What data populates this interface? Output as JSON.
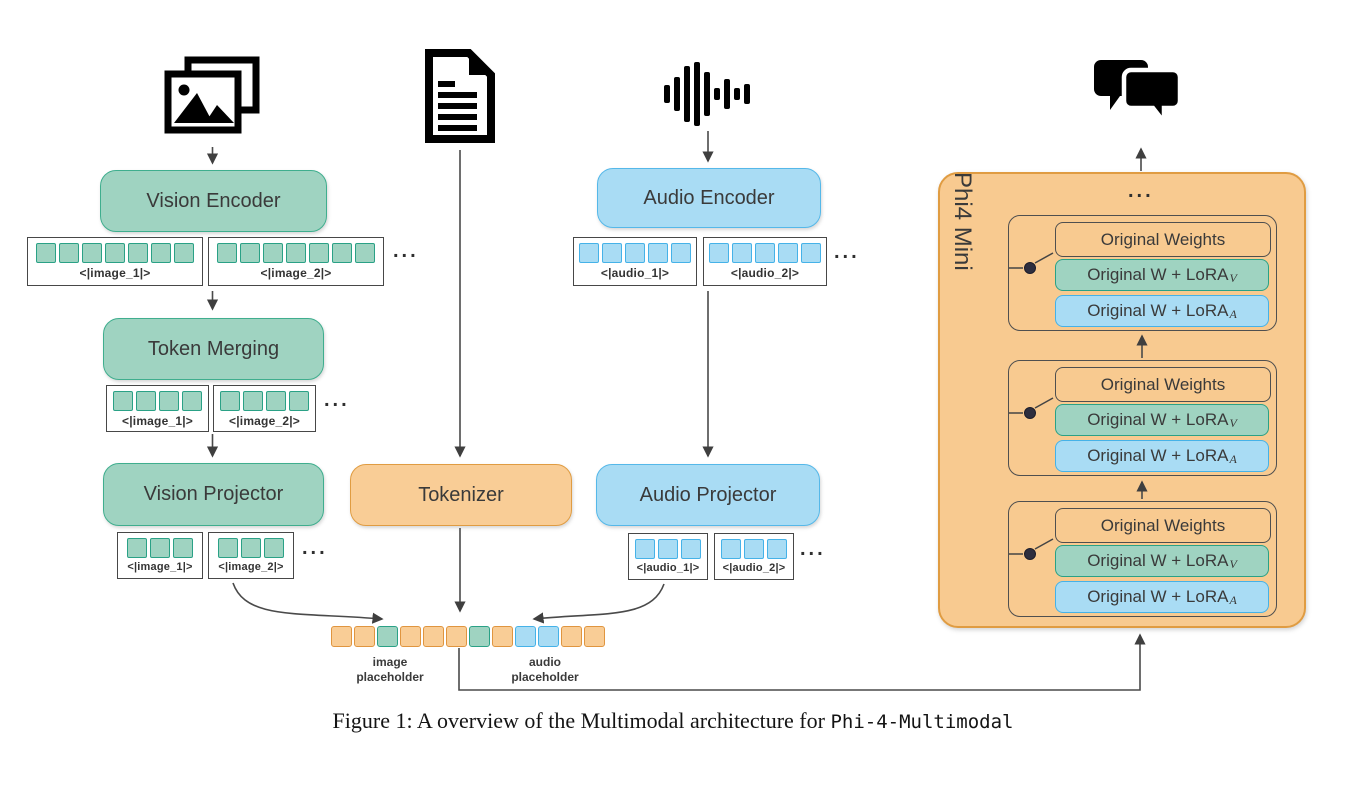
{
  "figure_caption": {
    "prefix": "Figure 1: A overview of the Multimodal architecture for ",
    "model_name": "Phi-4-Multimodal"
  },
  "palette": {
    "vision_fill": "#9fd3c1",
    "vision_border": "#3fae8e",
    "audio_fill": "#a9dcf4",
    "audio_border": "#55b8e9",
    "text_fill": "#f9cd96",
    "text_border": "#e09c42",
    "phi4_fill": "#f8ca90",
    "line_color": "#4a4a4a",
    "label_color": "#3a3a3a"
  },
  "icons": {
    "images": "images-icon",
    "document": "document-icon",
    "waveform": "audio-waveform-icon",
    "chat": "chat-bubbles-icon"
  },
  "modules": {
    "vision_encoder": "Vision Encoder",
    "token_merging": "Token Merging",
    "vision_projector": "Vision Projector",
    "tokenizer": "Tokenizer",
    "audio_encoder": "Audio Encoder",
    "audio_projector": "Audio Projector"
  },
  "ellipsis": "...",
  "strips": {
    "vision_encoded": {
      "cells": [
        "green",
        "green",
        "green",
        "green",
        "green",
        "green",
        "green"
      ],
      "labels": [
        "<|image_1|>",
        "<|image_2|>"
      ]
    },
    "vision_merged": {
      "cells": [
        "green",
        "green",
        "green",
        "green"
      ],
      "labels": [
        "<|image_1|>",
        "<|image_2|>"
      ]
    },
    "vision_projected": {
      "cells": [
        "green",
        "green",
        "green"
      ],
      "labels": [
        "<|image_1|>",
        "<|image_2|>"
      ]
    },
    "audio_encoded": {
      "cells": [
        "blue",
        "blue",
        "blue",
        "blue",
        "blue"
      ],
      "labels": [
        "<|audio_1|>",
        "<|audio_2|>"
      ]
    },
    "audio_projected": {
      "cells": [
        "blue",
        "blue",
        "blue"
      ],
      "labels": [
        "<|audio_1|>",
        "<|audio_2|>"
      ]
    }
  },
  "combined_strip": {
    "cells": [
      "orange",
      "orange",
      "green",
      "orange",
      "orange",
      "orange",
      "green",
      "orange",
      "blue",
      "blue",
      "orange",
      "orange"
    ],
    "image_label": "image\nplaceholder",
    "audio_label": "audio\nplaceholder"
  },
  "phi4": {
    "title": "Phi4 Mini",
    "ellipsis": "...",
    "layer": {
      "original_weights": "Original Weights",
      "lora_v_text": "Original W + LoRA",
      "lora_v_sub": "V",
      "lora_a_text": "Original W + LoRA",
      "lora_a_sub": "A"
    }
  }
}
